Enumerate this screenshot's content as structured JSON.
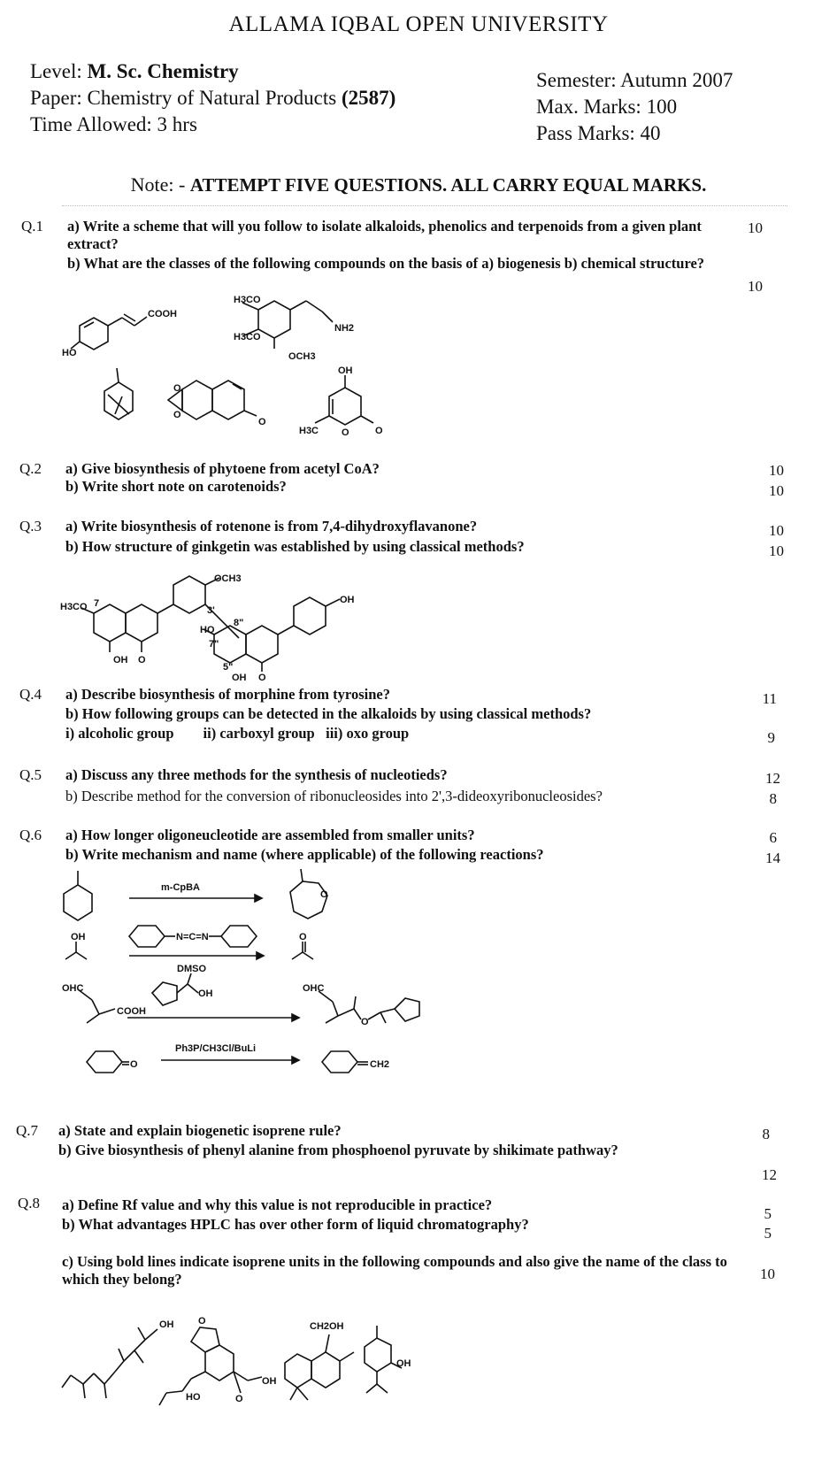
{
  "header": {
    "university": "ALLAMA IQBAL OPEN UNIVERSITY",
    "level_label": "Level:",
    "level_value": "M. Sc. Chemistry",
    "paper_label": "Paper: Chemistry of Natural Products",
    "paper_code": "(2587)",
    "time": "Time Allowed: 3 hrs",
    "semester": "Semester: Autumn 2007",
    "max_marks": "Max. Marks: 100",
    "pass_marks": "Pass Marks: 40"
  },
  "note": {
    "prefix": "Note: -",
    "text": "ATTEMPT FIVE QUESTIONS. ALL CARRY EQUAL MARKS."
  },
  "questions": [
    {
      "number": "Q.1",
      "parts": [
        {
          "text": "a) Write a scheme that will you follow to isolate alkaloids, phenolics and terpenoids from a given plant extract?",
          "marks": "10"
        },
        {
          "text": "b) What are the classes of the following compounds on the basis of  a) biogenesis b) chemical structure?",
          "marks": "10"
        }
      ]
    },
    {
      "number": "Q.2",
      "parts": [
        {
          "text": "a) Give biosynthesis of phytoene from acetyl CoA?",
          "marks": "10"
        },
        {
          "text": "b) Write short note on carotenoids?",
          "marks": "10"
        }
      ]
    },
    {
      "number": "Q.3",
      "parts": [
        {
          "text": "a) Write biosynthesis of rotenone is from 7,4-dihydroxyflavanone?",
          "marks": "10"
        },
        {
          "text": "b) How structure of ginkgetin was established by using classical methods?",
          "marks": "10"
        }
      ]
    },
    {
      "number": "Q.4",
      "parts": [
        {
          "text": "a) Describe biosynthesis of morphine from tyrosine?",
          "marks": "11"
        },
        {
          "text": "b) How following groups can be detected in the alkaloids by using classical methods?",
          "marks": ""
        },
        {
          "text": "i) alcoholic group        ii) carboxyl group   iii) oxo group",
          "marks": "9"
        }
      ]
    },
    {
      "number": "Q.5",
      "parts": [
        {
          "text": "a) Discuss any three methods for the synthesis of nucleotieds?",
          "marks": "12"
        },
        {
          "text": "b) Describe method for the conversion of ribonucleosides into 2',3-dideoxyribonucleosides?",
          "marks": "8"
        }
      ]
    },
    {
      "number": "Q.6",
      "parts": [
        {
          "text": "a) How longer oligoneucleotide are assembled from smaller units?",
          "marks": "6"
        },
        {
          "text": "b) Write mechanism and name (where applicable) of the following reactions?",
          "marks": "14"
        }
      ]
    },
    {
      "number": "Q.7",
      "parts": [
        {
          "text": "a) State and explain biogenetic isoprene rule?",
          "marks": "8"
        },
        {
          "text": "b) Give biosynthesis of phenyl alanine from phosphoenol pyruvate by shikimate pathway?",
          "marks": "12"
        }
      ]
    },
    {
      "number": "Q.8",
      "parts": [
        {
          "text": "a) Define Rf value and why this value is not reproducible in practice?",
          "marks": "5"
        },
        {
          "text": "b) What advantages HPLC has over other form of liquid chromatography?",
          "marks": "5"
        },
        {
          "text": "c) Using bold lines indicate isoprene units in the following compounds and also give the name of the class to which they belong?",
          "marks": "10"
        }
      ]
    }
  ],
  "structures": {
    "cooh": "COOH",
    "h3co": "H3CO",
    "nh2": "NH2",
    "och3": "OCH3",
    "ho": "HO",
    "oh": "OH",
    "o": "O",
    "h3c": "H3C",
    "seven": "7",
    "three_prime": "3'",
    "eight_dbl": "8\"",
    "seven_dbl": "7\"",
    "five_dbl": "5\"",
    "mcpba": "m-CpBA",
    "dcc": "N=C=N",
    "dmso": "DMSO",
    "ohc": "OHC",
    "wittig": "Ph3P/CH3Cl/BuLi",
    "ch2": "CH2",
    "ch2oh": "CH2OH"
  }
}
